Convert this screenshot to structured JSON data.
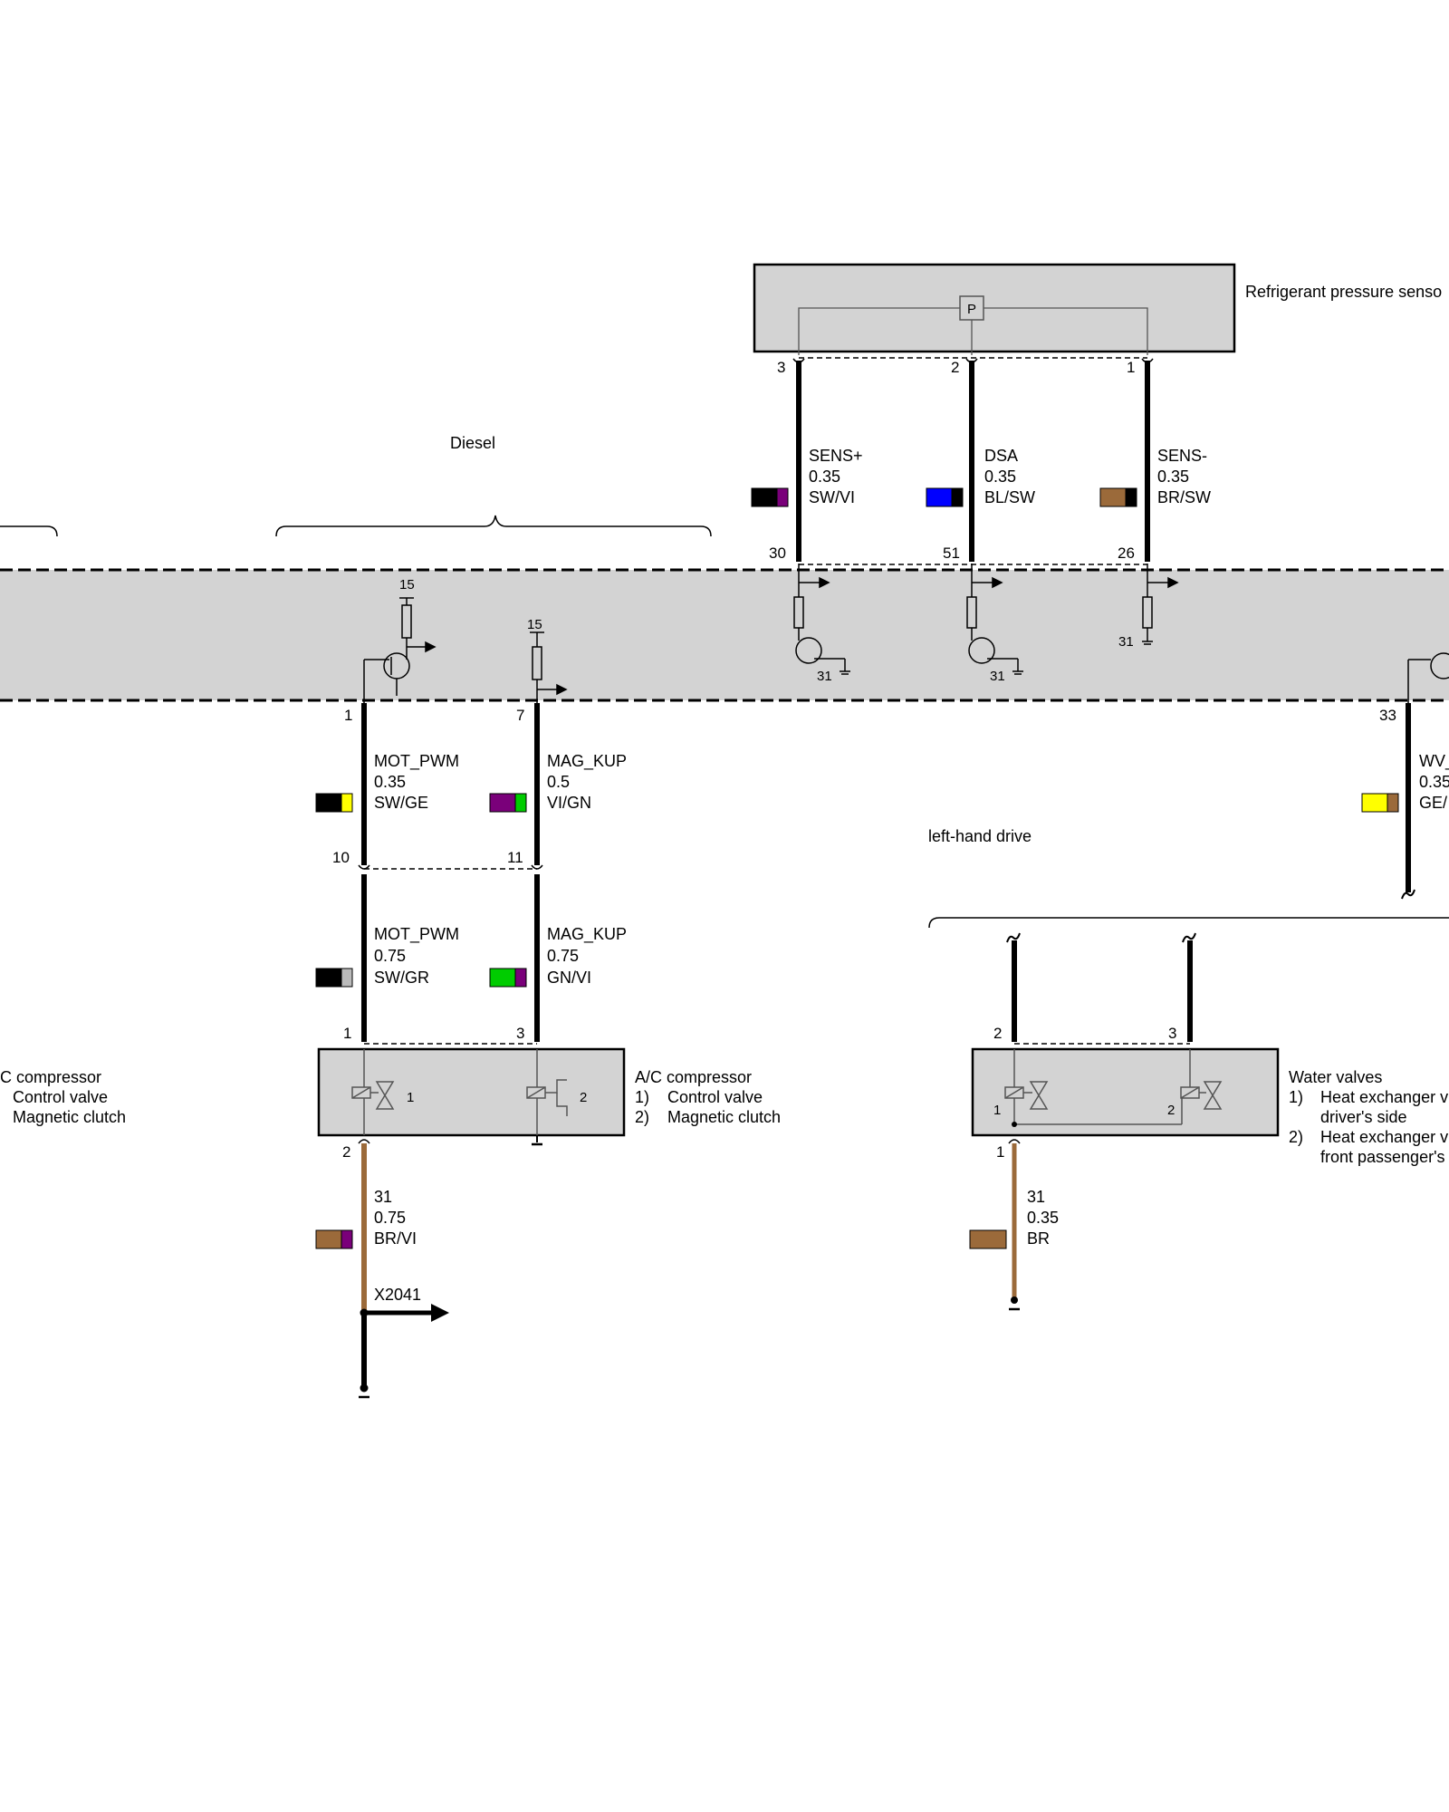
{
  "labels": {
    "diesel": "Diesel",
    "left_hand_drive": "left-hand drive"
  },
  "sensor": {
    "title": "Refrigerant pressure senso",
    "symbol": "P",
    "pins": [
      "3",
      "2",
      "1"
    ]
  },
  "ecu": {
    "supply_label": "15",
    "ground_label": "31"
  },
  "wires": {
    "sens_plus": {
      "signal": "SENS+",
      "size": "0.35",
      "color": "SW/VI",
      "pin_top": "3",
      "pin_bottom": "30",
      "c1": "#000000",
      "c2": "#7a007a"
    },
    "dsa": {
      "signal": "DSA",
      "size": "0.35",
      "color": "BL/SW",
      "pin_top": "2",
      "pin_bottom": "51",
      "c1": "#0000ff",
      "c2": "#000000"
    },
    "sens_minus": {
      "signal": "SENS-",
      "size": "0.35",
      "color": "BR/SW",
      "pin_top": "1",
      "pin_bottom": "26",
      "c1": "#9b6a3a",
      "c2": "#000000"
    },
    "mot_pwm_1": {
      "signal": "MOT_PWM",
      "size": "0.35",
      "color": "SW/GE",
      "pin_top": "1",
      "pin_bottom": "10",
      "c1": "#000000",
      "c2": "#ffff00"
    },
    "mag_kup_1": {
      "signal": "MAG_KUP",
      "size": "0.5",
      "color": "VI/GN",
      "pin_top": "7",
      "pin_bottom": "11",
      "c1": "#7a007a",
      "c2": "#00cc00"
    },
    "mot_pwm_2": {
      "signal": "MOT_PWM",
      "size": "0.75",
      "color": "SW/GR",
      "pin_top": "",
      "pin_bottom": "1",
      "c1": "#000000",
      "c2": "#bbbbbb"
    },
    "mag_kup_2": {
      "signal": "MAG_KUP",
      "size": "0.75",
      "color": "GN/VI",
      "pin_top": "",
      "pin_bottom": "3",
      "c1": "#00cc00",
      "c2": "#7a007a"
    },
    "wv": {
      "signal": "WV_",
      "size": "0.35",
      "color": "GE/",
      "pin_top": "33",
      "c1": "#ffff00",
      "c2": "#9b6a3a"
    },
    "gnd_comp": {
      "signal": "31",
      "size": "0.75",
      "color": "BR/VI",
      "pin_top": "2",
      "c1": "#9b6a3a",
      "c2": "#7a007a"
    },
    "gnd_valves": {
      "signal": "31",
      "size": "0.35",
      "color": "BR",
      "pin_top": "1",
      "c1": "#9b6a3a"
    }
  },
  "compressor": {
    "title": "A/C compressor",
    "item1": "Control valve",
    "item2": "Magnetic clutch",
    "n1": "1)",
    "n2": "2)",
    "sym1": "1",
    "sym2": "2"
  },
  "compressor_left": {
    "title": "C compressor",
    "item1": "Control valve",
    "item2": "Magnetic clutch"
  },
  "valves": {
    "title": "Water valves",
    "n1": "1)",
    "n2": "2)",
    "item1_line1": "Heat exchanger v",
    "item1_line2": "driver's side",
    "item2_line1": "Heat exchanger v",
    "item2_line2": "front passenger's",
    "pin_left": "2",
    "pin_right": "3",
    "sym1": "1",
    "sym2": "2"
  },
  "connector": {
    "name": "X2041"
  },
  "colors": {
    "box_fill": "#d3d3d3",
    "wire": "#000000",
    "brown_wire": "#9b6a3a"
  }
}
